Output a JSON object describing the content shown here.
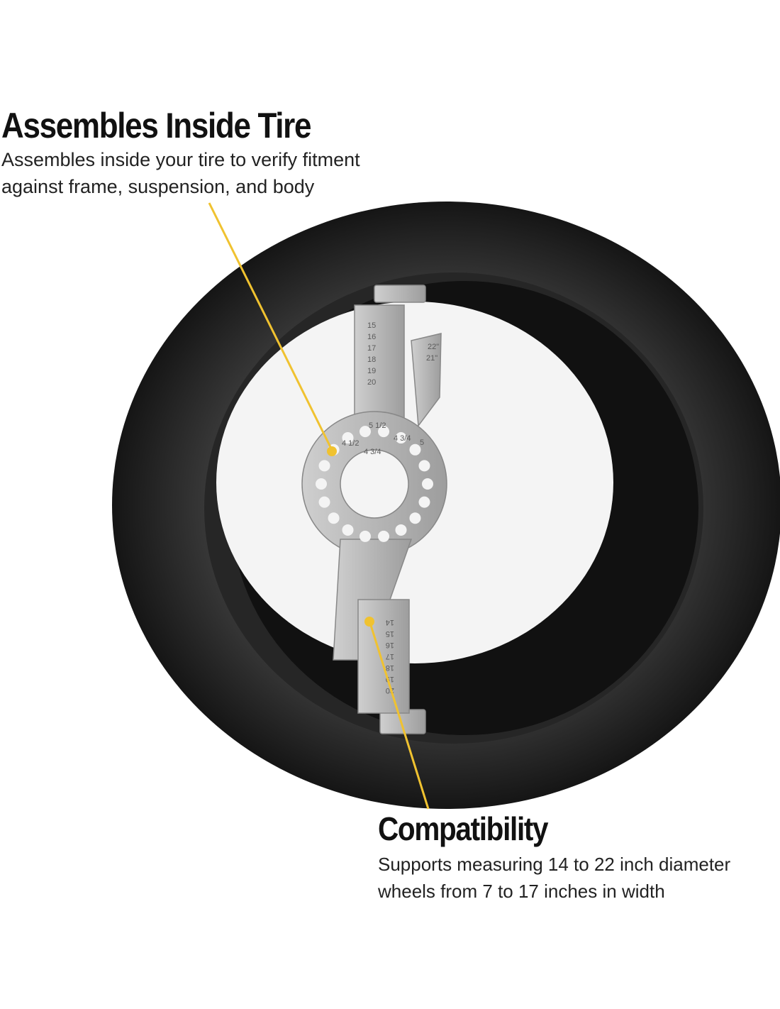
{
  "callouts": [
    {
      "title": "Assembles Inside Tire",
      "line1": "Assembles inside your tire to verify fitment",
      "line2": "against frame, suspension, and body"
    },
    {
      "title": "Compatibility",
      "line1": "Supports measuring 14 to 22 inch diameter",
      "line2": "wheels from 7 to 17 inches in width"
    }
  ],
  "plate_labels": {
    "top_scale": [
      "15",
      "16",
      "17",
      "18",
      "19",
      "20"
    ],
    "bottom_scale": [
      "20",
      "19",
      "18",
      "17",
      "16",
      "15",
      "14"
    ],
    "bolt": [
      "5 1/2",
      "4 1/2",
      "4 3/4",
      "5",
      "4 3/4"
    ],
    "arm": [
      "22\"",
      "21\""
    ]
  },
  "colors": {
    "accent": "#f0c230",
    "tire": "#1c1c1c",
    "steel": "#b9b9b9"
  }
}
